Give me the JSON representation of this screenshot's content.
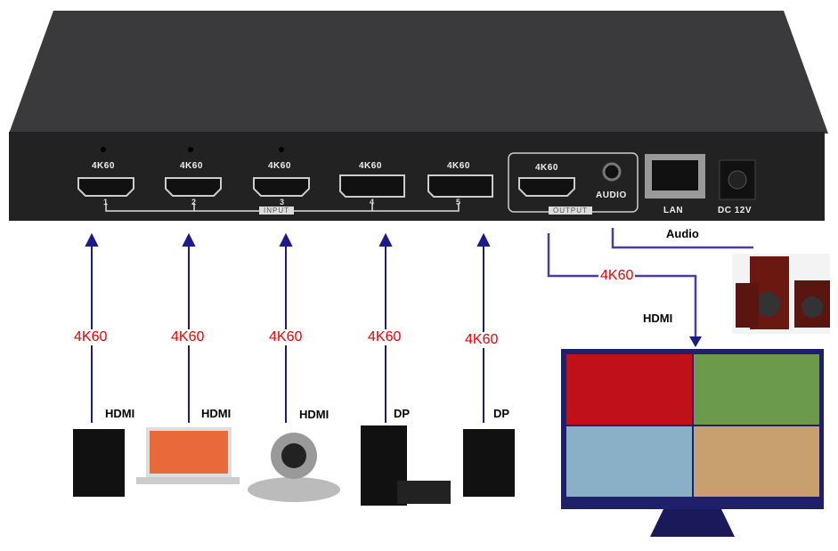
{
  "device": {
    "inputs": [
      {
        "num": "1",
        "res": "4K60",
        "type": "HDMI"
      },
      {
        "num": "2",
        "res": "4K60",
        "type": "HDMI"
      },
      {
        "num": "3",
        "res": "4K60",
        "type": "HDMI"
      },
      {
        "num": "4",
        "res": "4K60",
        "type": "DP"
      },
      {
        "num": "5",
        "res": "4K60",
        "type": "DP"
      }
    ],
    "input_label": "INPUT",
    "output": {
      "res": "4K60",
      "label": "OUTPUT"
    },
    "audio_port": "AUDIO",
    "lan_port": "LAN",
    "power_port": "DC 12V"
  },
  "connections": {
    "inputs": [
      {
        "speed": "4K60",
        "type": "HDMI",
        "source": "pc"
      },
      {
        "speed": "4K60",
        "type": "HDMI",
        "source": "laptop"
      },
      {
        "speed": "4K60",
        "type": "HDMI",
        "source": "ptz-camera"
      },
      {
        "speed": "4K60",
        "type": "DP",
        "source": "game-console"
      },
      {
        "speed": "4K60",
        "type": "DP",
        "source": "pc"
      }
    ],
    "output": {
      "speed": "4K60",
      "type": "HDMI"
    },
    "audio": {
      "label": "Audio"
    }
  },
  "colors": {
    "arrow": "#1c1a8a",
    "output_line": "#4b3aa8",
    "speed_text": "#e00000"
  }
}
